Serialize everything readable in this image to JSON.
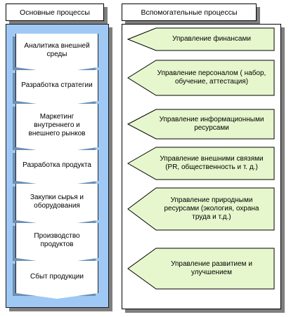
{
  "main_header": "Основные процессы",
  "support_header": "Вспомогательные процессы",
  "main_processes": [
    "Аналитика внешней среды",
    "Разработка стратегии",
    "Маркетинг внутреннего и внешнего рынков",
    "Разработка продукта",
    "Закупки сырья и оборудования",
    "Производство продуктов",
    "Сбыт продукции"
  ],
  "support_processes": [
    "Управление финансами",
    "Управление персоналом ( набор, обучение, аттестация)",
    "Управление информационными ресурсами",
    "Управление внешними связями (PR, общественность и т. д.)",
    "Управление природными ресурсами (экология, охрана труда и т.д.)",
    "Управление развитием и улучшением"
  ],
  "colors": {
    "main_panel_fill": "#9fc9f4",
    "support_arrow_fill": "#e6f7cd"
  }
}
